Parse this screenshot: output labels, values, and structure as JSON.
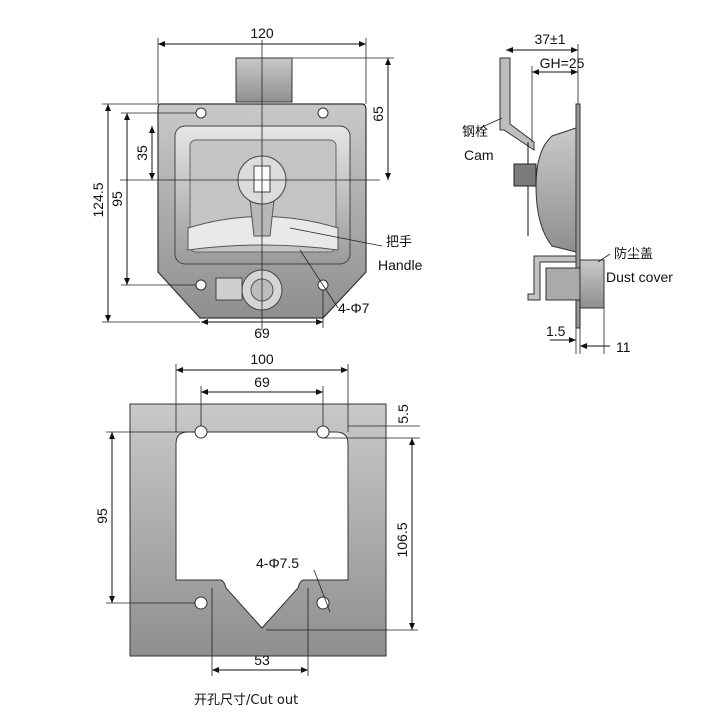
{
  "front_view": {
    "dims": {
      "overall_width": "120",
      "shaft_height": "65",
      "handle_center": "35",
      "overall_height": "124.5",
      "hole_vertical": "95",
      "hole_horizontal": "69"
    },
    "labels": {
      "handle_cn": "把手",
      "handle_en": "Handle",
      "holes": "4-Φ7"
    }
  },
  "side_view": {
    "dims": {
      "cam_reach": "37±1",
      "grip": "GH=25",
      "offset": "1.5",
      "plate": "11"
    },
    "labels": {
      "cam_cn": "钢栓",
      "cam_en": "Cam",
      "dust_cn": "防尘盖",
      "dust_en": "Dust cover"
    }
  },
  "cutout_view": {
    "dims": {
      "outer_width": "100",
      "hole_spacing": "69",
      "top_margin": "5.5",
      "hole_vertical": "95",
      "overall_height": "106.5",
      "bottom_width": "53"
    },
    "labels": {
      "holes": "4-Φ7.5",
      "caption": "开孔尺寸/Cut out"
    }
  }
}
